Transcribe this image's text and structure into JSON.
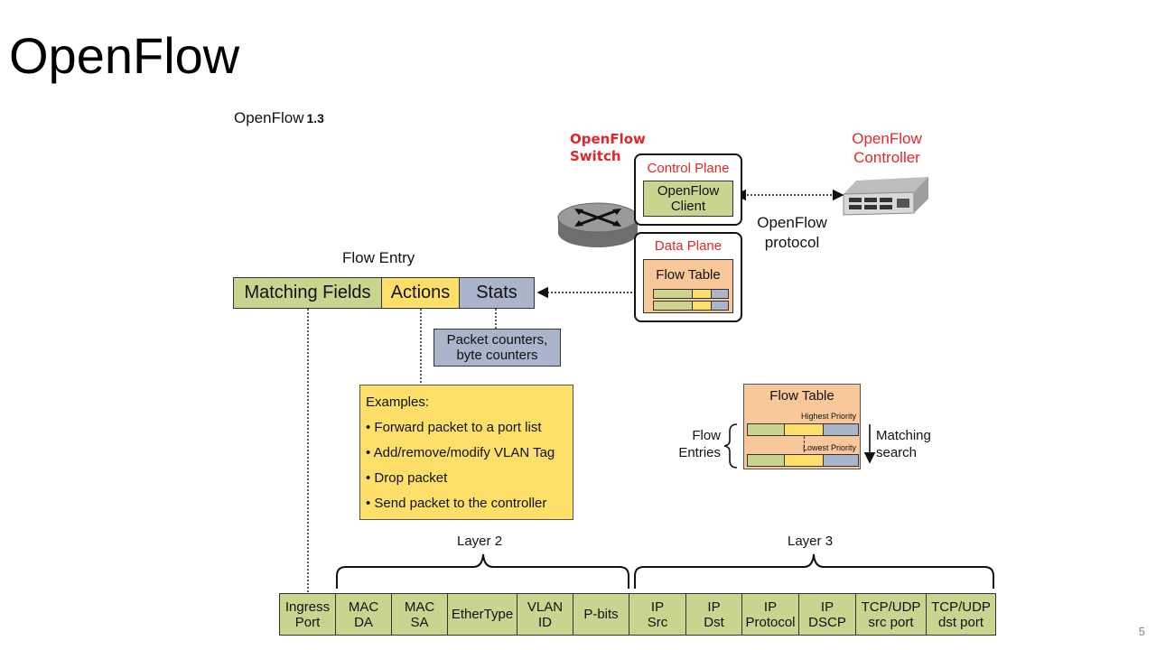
{
  "slide": {
    "title": "OpenFlow",
    "subtitle": "OpenFlow",
    "version": "1.3",
    "page_number": "5"
  },
  "switch": {
    "label_line1": "OpenFlow",
    "label_line2": "Switch",
    "control_plane": "Control Plane",
    "client_line1": "OpenFlow",
    "client_line2": "Client",
    "data_plane": "Data Plane",
    "flow_table": "Flow Table"
  },
  "controller": {
    "label_line1": "OpenFlow",
    "label_line2": "Controller"
  },
  "protocol": {
    "line1": "OpenFlow",
    "line2": "protocol"
  },
  "flow_entry": {
    "label": "Flow Entry",
    "matching": "Matching Fields",
    "actions": "Actions",
    "stats": "Stats"
  },
  "counters": {
    "line1": "Packet counters,",
    "line2": "byte counters"
  },
  "examples": {
    "heading": "Examples:",
    "items": [
      "Forward packet to a port list",
      "Add/remove/modify VLAN Tag",
      "Drop packet",
      "Send packet to the controller"
    ]
  },
  "flow_table_detail": {
    "title": "Flow Table",
    "highest": "Highest Priority",
    "lowest": "Lowest Priority",
    "entries_line1": "Flow",
    "entries_line2": "Entries",
    "search_line1": "Matching",
    "search_line2": "search"
  },
  "layers": {
    "layer2": "Layer 2",
    "layer3": "Layer 3"
  },
  "header_fields": [
    [
      "Ingress",
      "Port"
    ],
    [
      "MAC",
      "DA"
    ],
    [
      "MAC",
      "SA"
    ],
    [
      "EtherType",
      ""
    ],
    [
      "VLAN",
      "ID"
    ],
    [
      "P-bits",
      ""
    ],
    [
      "IP",
      "Src"
    ],
    [
      "IP",
      "Dst"
    ],
    [
      "IP",
      "Protocol"
    ],
    [
      "IP",
      "DSCP"
    ],
    [
      "TCP/UDP",
      "src port"
    ],
    [
      "TCP/UDP",
      "dst port"
    ]
  ],
  "colors": {
    "red": "#e0282a",
    "green": "#c9d48f",
    "yellow": "#fddf6a",
    "blue": "#aab4cb",
    "peach": "#f9c89a"
  }
}
